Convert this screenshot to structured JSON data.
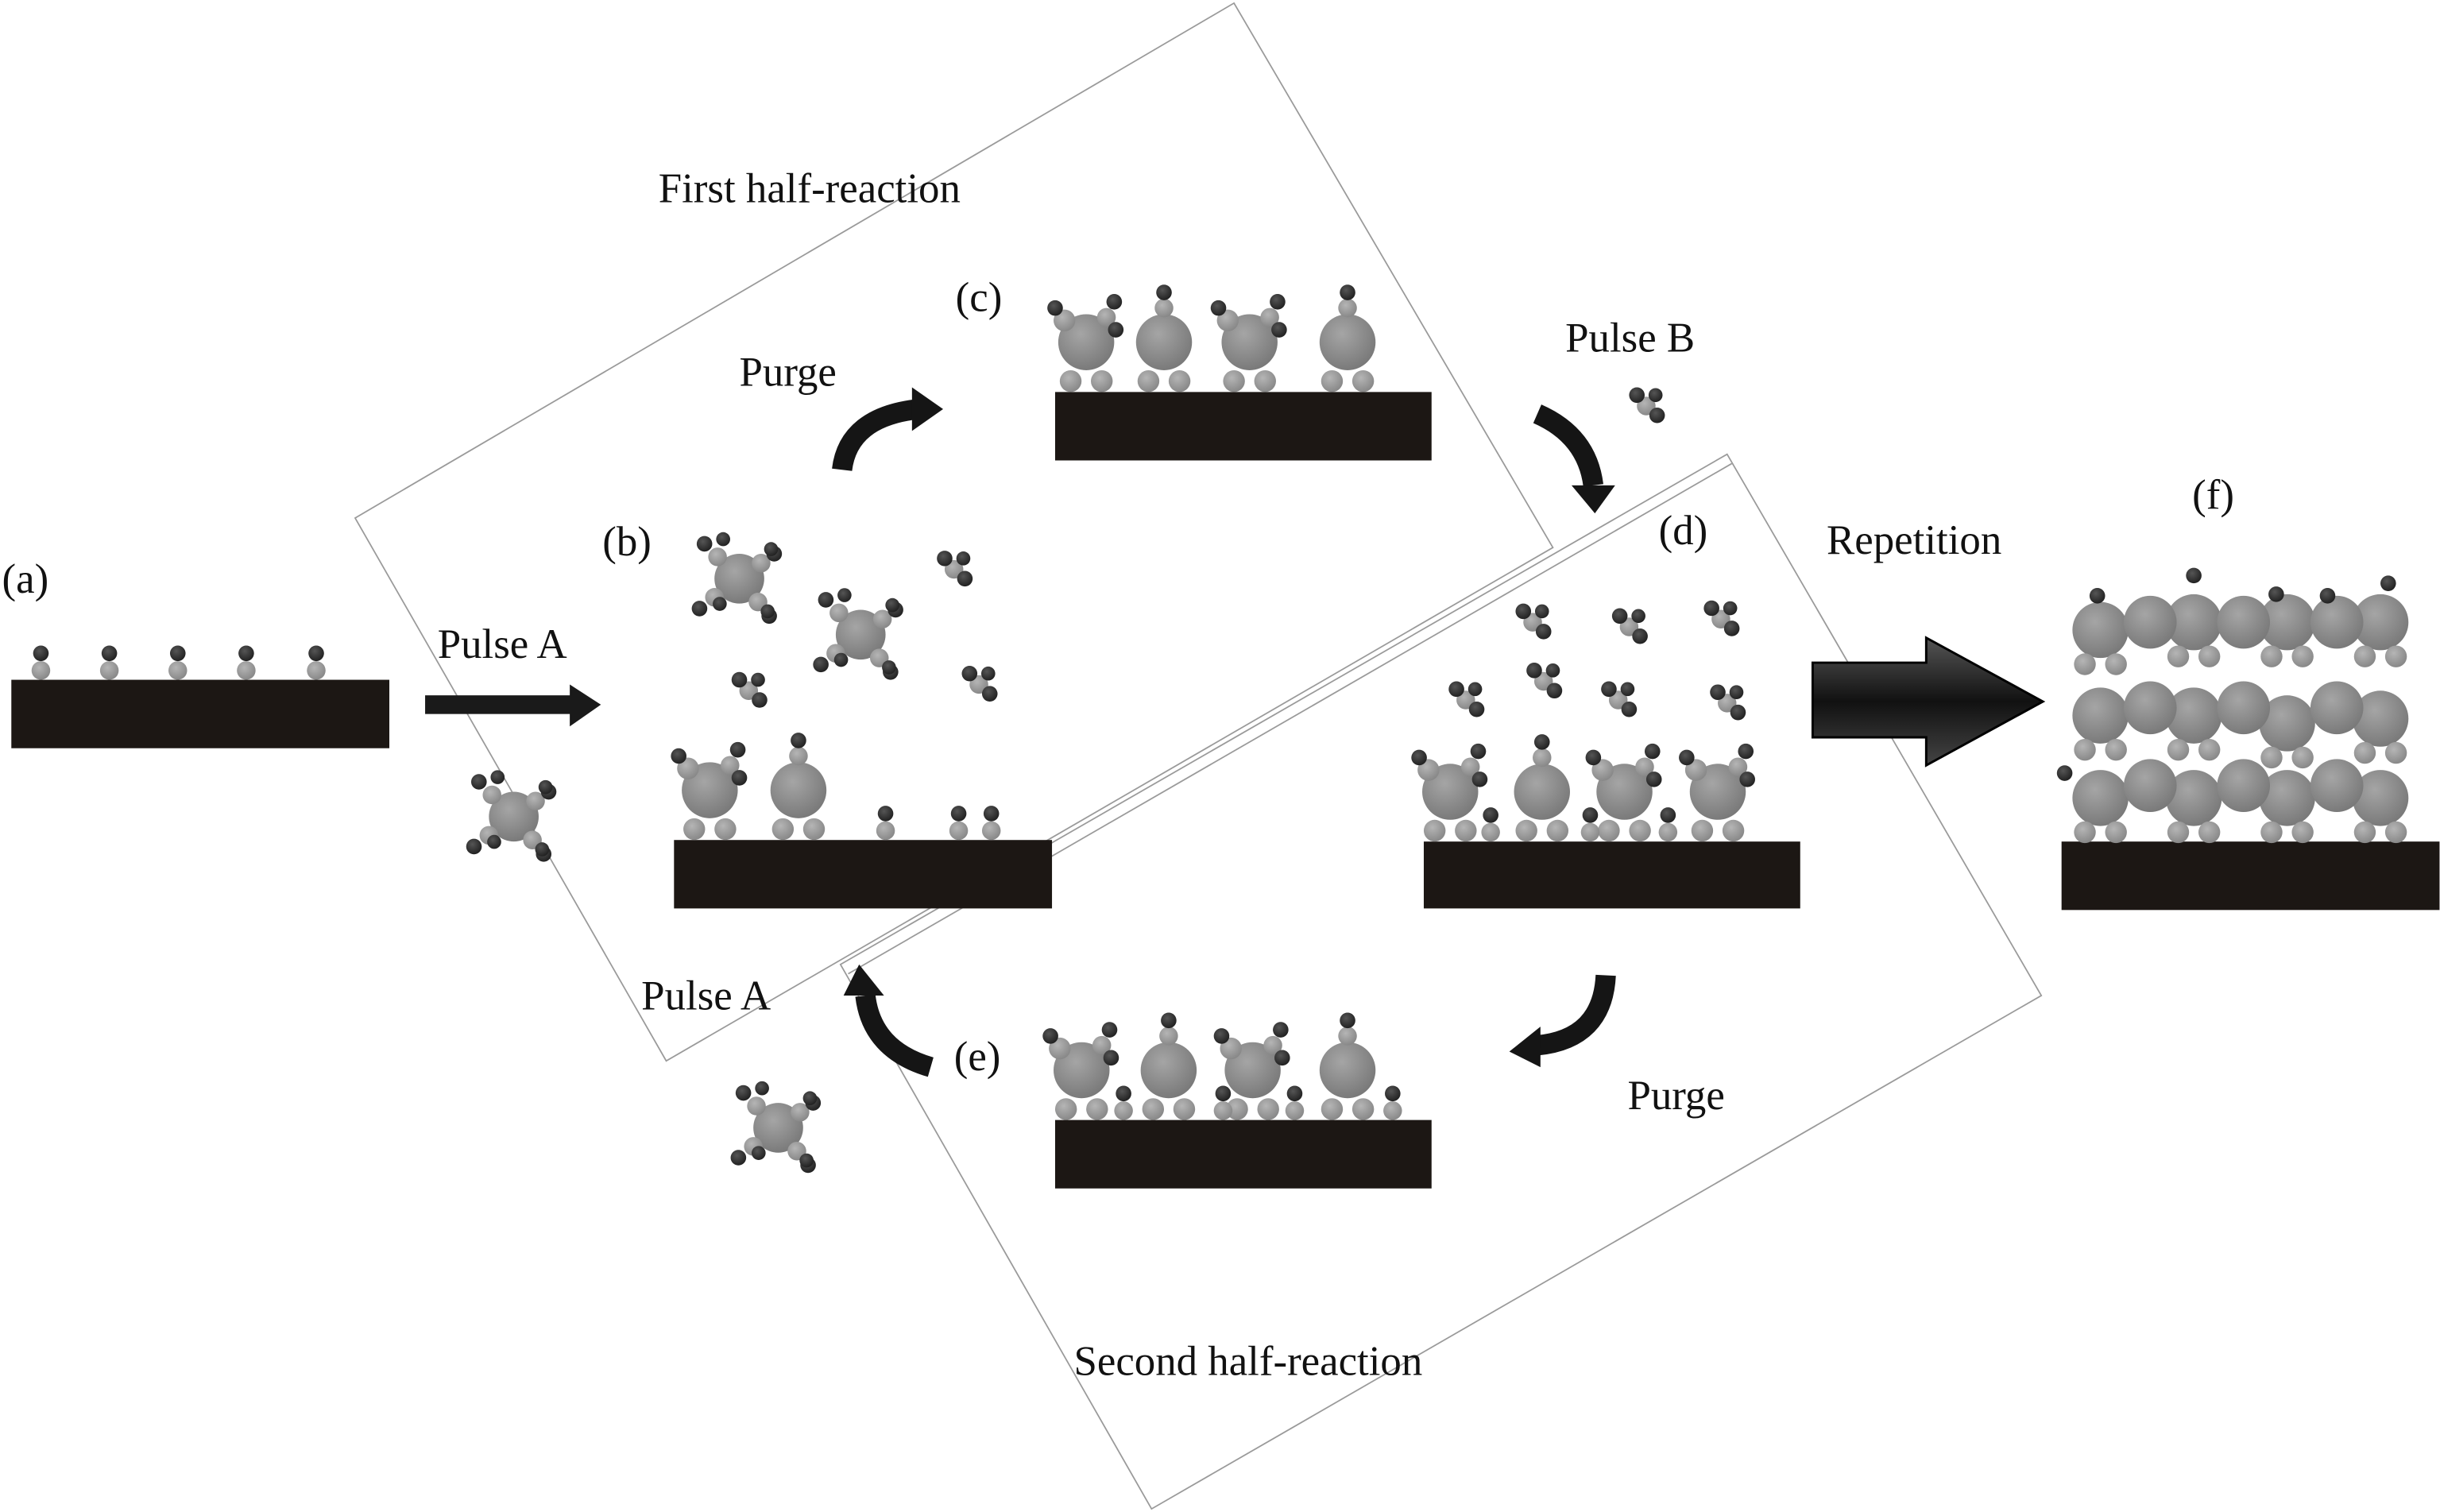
{
  "labels": {
    "a": "(a)",
    "b": "(b)",
    "c": "(c)",
    "d": "(d)",
    "e": "(e)",
    "f": "(f)"
  },
  "steps": {
    "pulse_a_1": "Pulse A",
    "purge_1": "Purge",
    "pulse_b": "Pulse B",
    "repetition": "Repetition",
    "purge_2": "Purge",
    "pulse_a_2": "Pulse A"
  },
  "frames": {
    "first": "First half-reaction",
    "second": "Second half-reaction"
  },
  "colors": {
    "substrate": "#1c1714",
    "large_atom": "#8a8a8a",
    "small_atom": "#a0a0a0",
    "ligand": "#2e2e2e",
    "frame": "#9a9a9a"
  }
}
